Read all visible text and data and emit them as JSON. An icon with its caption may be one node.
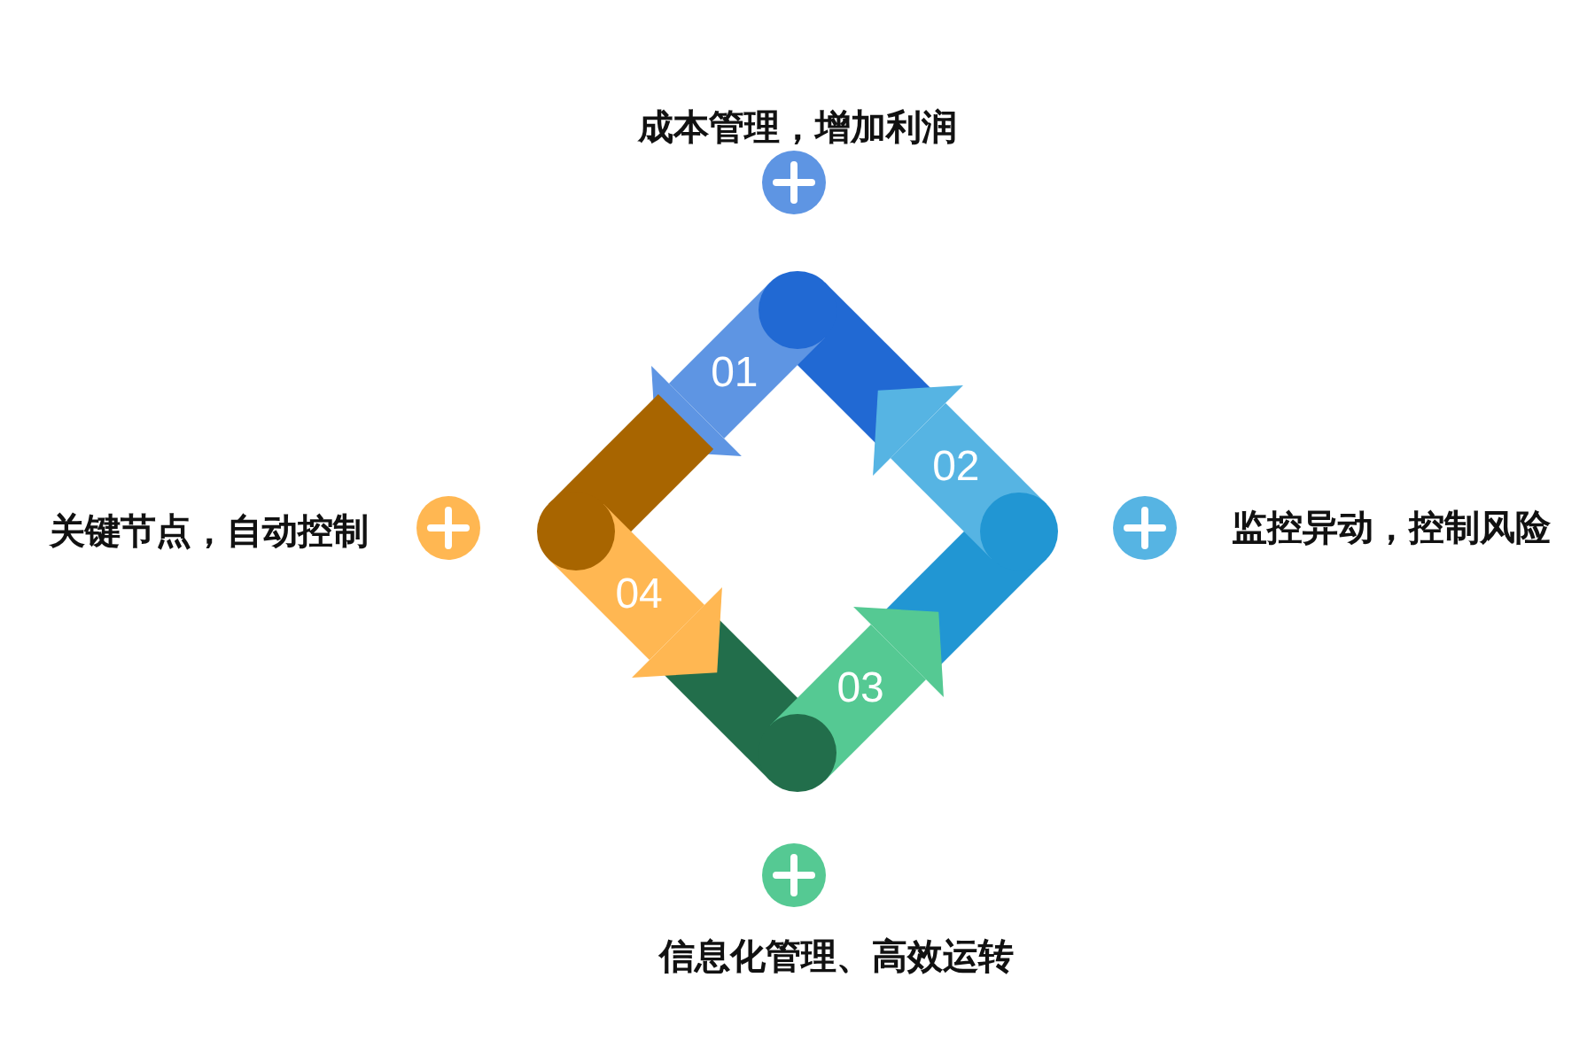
{
  "diagram": {
    "labels": [
      "成本管理，增加利润",
      "01",
      "关键节点，自动控制",
      "04",
      "02",
      "监控异动，控制风险",
      "03",
      "信息化管理、高效运转"
    ]
  }
}
